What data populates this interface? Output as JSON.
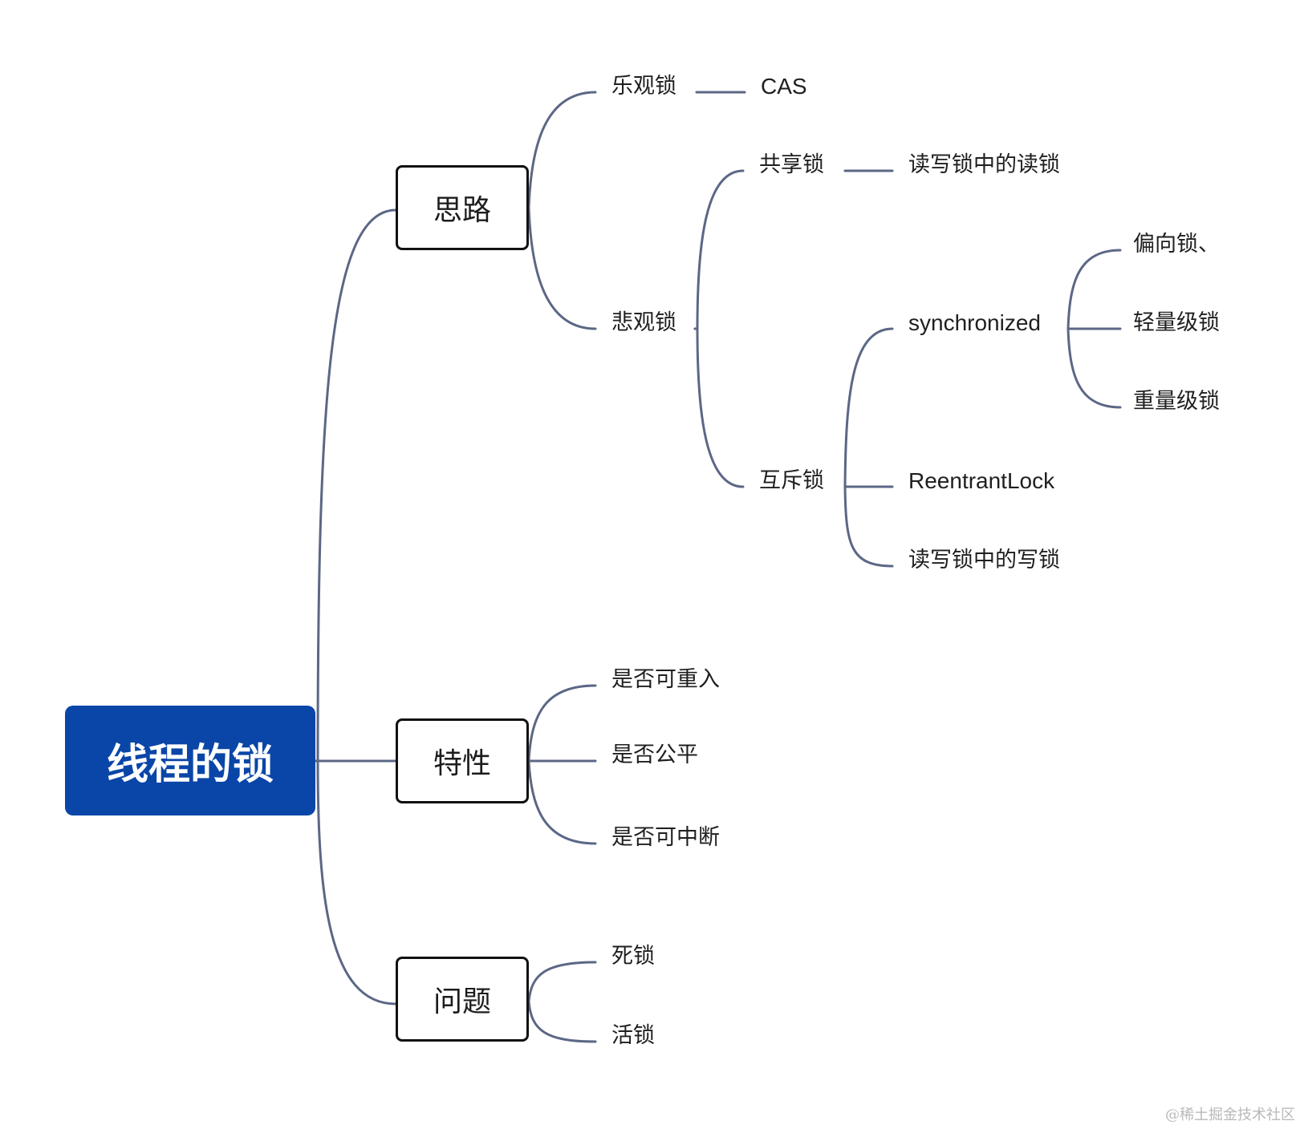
{
  "root": "线程的锁",
  "branches": {
    "approach": {
      "label": "思路",
      "optimistic": {
        "label": "乐观锁",
        "cas": "CAS"
      },
      "pessimistic": {
        "label": "悲观锁",
        "shared": {
          "label": "共享锁",
          "read_lock": "读写锁中的读锁"
        },
        "mutex": {
          "label": "互斥锁",
          "synchronized": {
            "label": "synchronized",
            "levels": [
              "偏向锁、",
              "轻量级锁",
              "重量级锁"
            ]
          },
          "reentrant": "ReentrantLock",
          "write_lock": "读写锁中的写锁"
        }
      }
    },
    "features": {
      "label": "特性",
      "items": [
        "是否可重入",
        "是否公平",
        "是否可中断"
      ]
    },
    "problems": {
      "label": "问题",
      "items": [
        "死锁",
        "活锁"
      ]
    }
  },
  "watermark": "@稀土掘金技术社区",
  "colors": {
    "root_fill": "#0a46a8",
    "connector": "#5b6785",
    "box_border": "#111111"
  }
}
